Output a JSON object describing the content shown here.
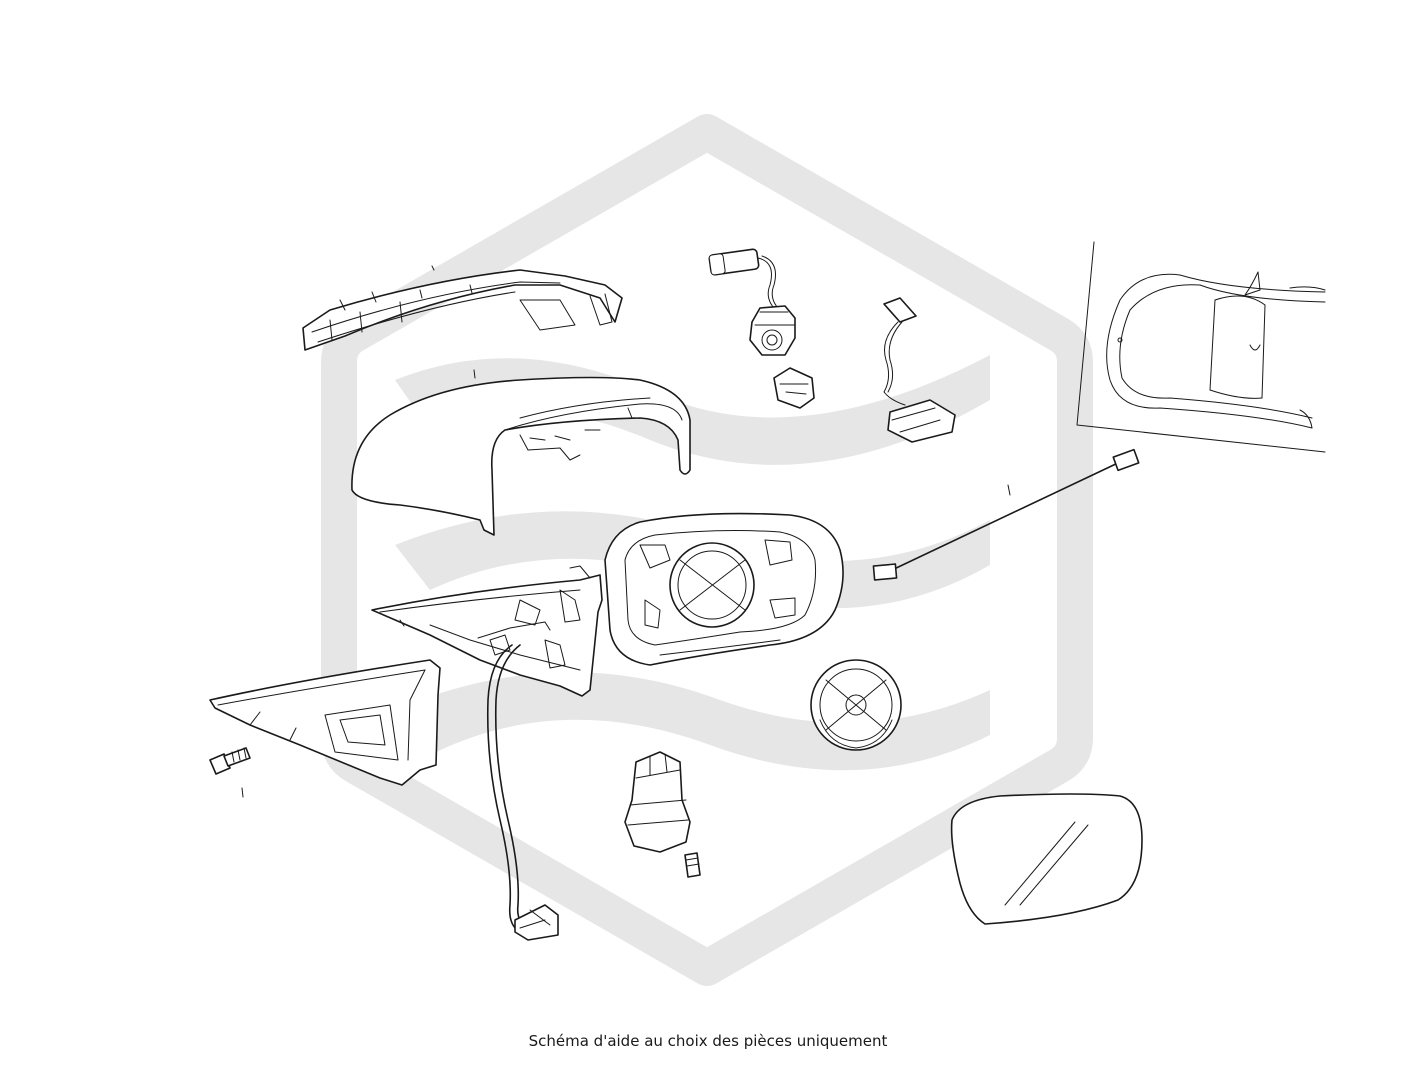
{
  "caption": "Schéma d'aide au choix des pièces uniquement",
  "watermark": {
    "shape": "hexagon-logo",
    "color": "#e6e6e6"
  },
  "line_color": "#1a1a1a",
  "parts": [
    "turn-signal-indicator",
    "mirror-cover-cap",
    "camera-connector",
    "camera-module",
    "wiring-module",
    "vehicle-location-view",
    "mirror-housing-frame",
    "mirror-base",
    "base-trim-cover",
    "mounting-screw",
    "mirror-cable-harness",
    "fold-motor",
    "motor-screw",
    "adjustment-actuator",
    "heating-cable",
    "mirror-glass"
  ]
}
